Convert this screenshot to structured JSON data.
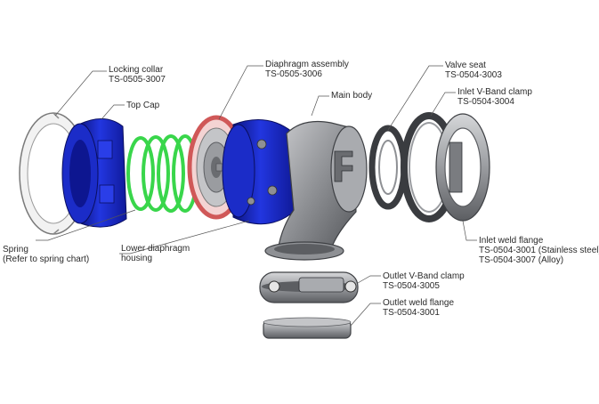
{
  "diagram": {
    "colors": {
      "blue_part": "#1b2cc8",
      "blue_dark": "#0c1480",
      "spring": "#39d64b",
      "seal": "#e07a7a",
      "metal": "#8e9094",
      "metal_dark": "#4a4c50",
      "leader": "#555555"
    },
    "labels": {
      "locking_collar": {
        "name": "Locking collar",
        "part": "TS-0505-3007"
      },
      "top_cap": {
        "name": "Top Cap"
      },
      "diaphragm_assembly": {
        "name": "Diaphragm assembly",
        "part": "TS-0505-3006"
      },
      "main_body": {
        "name": "Main body"
      },
      "valve_seat": {
        "name": "Valve seat",
        "part": "TS-0504-3003"
      },
      "inlet_vband_clamp": {
        "name": "Inlet V-Band clamp",
        "part": "TS-0504-3004"
      },
      "spring": {
        "name": "Spring",
        "note": "(Refer to spring chart)"
      },
      "lower_diaphragm_housing": {
        "name": "Lower diaphragm",
        "name2": "housing"
      },
      "inlet_weld_flange": {
        "name": "Inlet weld flange",
        "part": "TS-0504-3001 (Stainless steel)",
        "part2": "TS-0504-3007 (Alloy)"
      },
      "outlet_vband_clamp": {
        "name": "Outlet V-Band clamp",
        "part": "TS-0504-3005"
      },
      "outlet_weld_flange": {
        "name": "Outlet weld flange",
        "part": "TS-0504-3001"
      }
    }
  }
}
